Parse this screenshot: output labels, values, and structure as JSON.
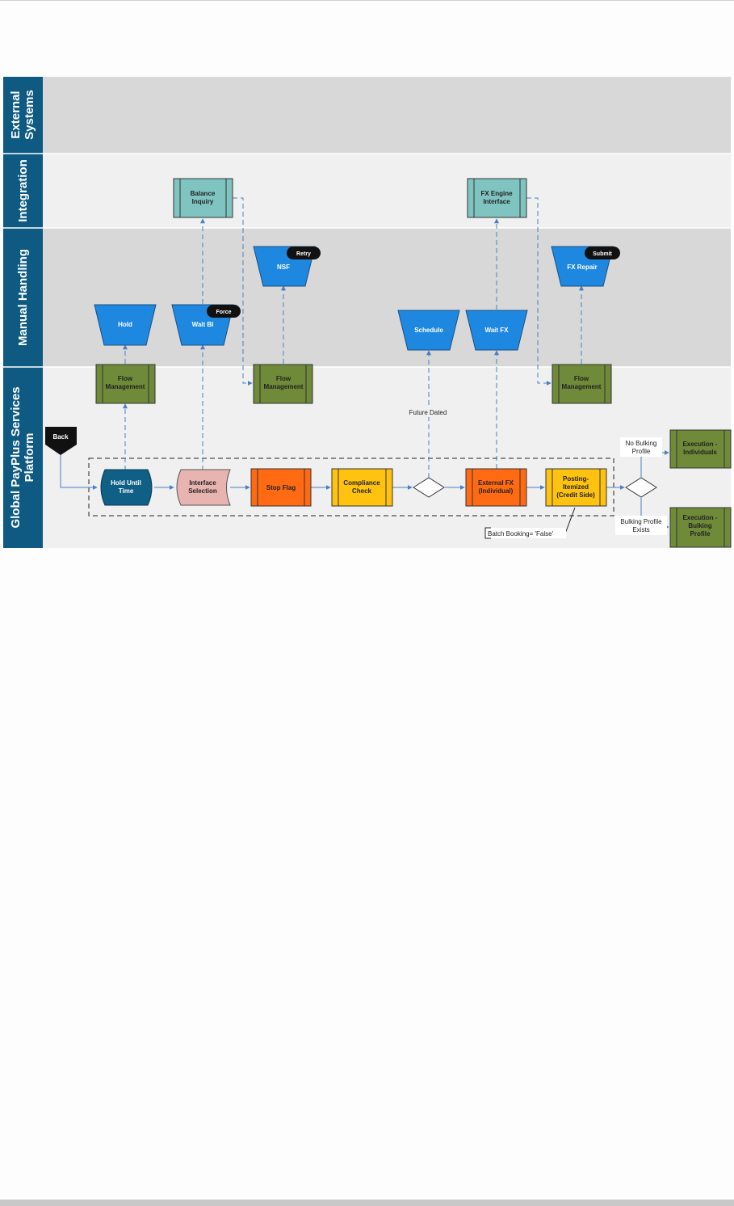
{
  "diagram": {
    "lanes": [
      {
        "label": "External Systems"
      },
      {
        "label": "Integration"
      },
      {
        "label": "Manual Handling"
      },
      {
        "label": "Global PayPlus Services Platform"
      }
    ],
    "nodes": {
      "balance_inquiry": "Balance Inquiry",
      "fx_engine_interface": "FX Engine Interface",
      "nsf": "NSF",
      "retry_badge": "Retry",
      "fx_repair": "FX Repair",
      "submit_badge": "Submit",
      "hold": "Hold",
      "wait_bi": "Wait BI",
      "force_badge": "Force",
      "schedule": "Schedule",
      "wait_fx": "Wait FX",
      "flow_mgmt_1": "Flow Management",
      "flow_mgmt_2": "Flow Management",
      "flow_mgmt_3": "Flow Management",
      "back": "Back",
      "hold_until_time": "Hold Until Time",
      "interface_selection": "Interface Selection",
      "stop_flag": "Stop Flag",
      "compliance_check": "Compliance Check",
      "external_fx": "External FX (Individual)",
      "posting_itemized": "Posting- Itemized (Credit Side)",
      "exec_individuals": "Execution - Individuals",
      "exec_bulking": "Execution - Bulking Profile"
    },
    "annotations": {
      "future_dated": "Future Dated",
      "no_bulking_profile": "No Bulking Profile",
      "bulking_profile_exists": "Bulking Profile Exists",
      "batch_booking": "Batch Booking= 'False'"
    },
    "colors": {
      "lane_header": "#0e5a82",
      "lane_light": "#f0f0f0",
      "lane_dark": "#d8d8d8",
      "integration_box": "#7fc4c0",
      "manual_trap": "#1e88e0",
      "flow_mgmt": "#6f8a38",
      "hold_until": "#0f5f86",
      "interface_sel": "#e8b4b0",
      "stop_flag": "#ff6a13",
      "compliance": "#ffc20e",
      "external_fx": "#ff6a13",
      "posting": "#ffc20e",
      "connector": "#4a7fc1"
    }
  }
}
